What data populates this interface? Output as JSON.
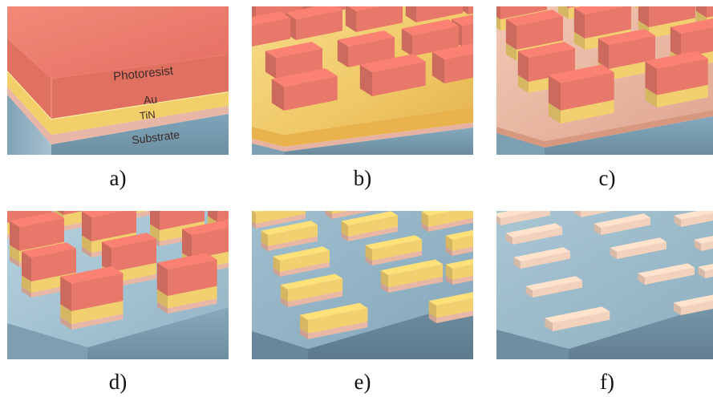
{
  "panels": [
    {
      "caption": "a)",
      "step": "layer-stack",
      "layer_labels": {
        "photoresist": "Photoresist",
        "au": "Au",
        "tin": "TiN",
        "substrate": "Substrate"
      }
    },
    {
      "caption": "b)",
      "step": "photoresist-patterned"
    },
    {
      "caption": "c)",
      "step": "au-etched"
    },
    {
      "caption": "d)",
      "step": "tin-etched"
    },
    {
      "caption": "e)",
      "step": "photoresist-removed"
    },
    {
      "caption": "f)",
      "step": "au-removed"
    }
  ],
  "colors": {
    "photoresist": "#e8786a",
    "gold": "#f2d070",
    "tin": "#e9b7a6",
    "substrate": "#8fb3c8"
  }
}
